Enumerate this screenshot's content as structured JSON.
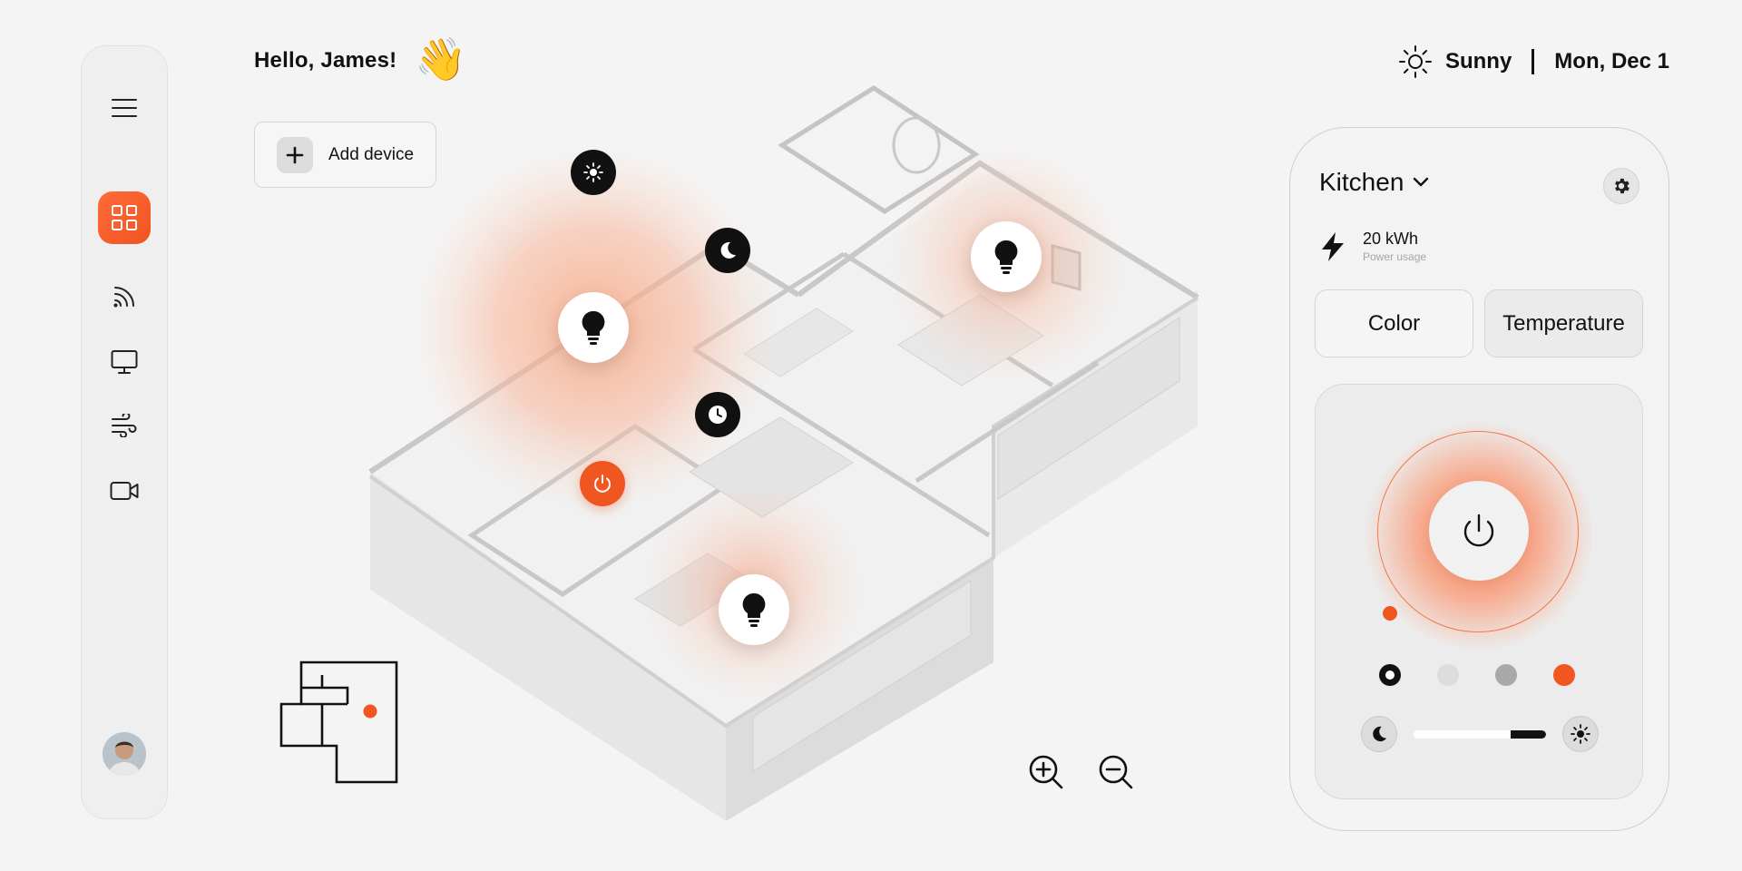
{
  "header": {
    "greeting": "Hello, James!",
    "wave_emoji": "👋",
    "weather_icon": "sun-icon",
    "weather": "Sunny",
    "separator": "|",
    "date": "Mon, Dec 1"
  },
  "sidebar": {
    "items": [
      {
        "name": "menu",
        "icon": "hamburger-icon"
      },
      {
        "name": "dashboard",
        "icon": "grid-icon",
        "active": true
      },
      {
        "name": "wifi",
        "icon": "wifi-icon"
      },
      {
        "name": "tv",
        "icon": "monitor-icon"
      },
      {
        "name": "climate",
        "icon": "wind-icon"
      },
      {
        "name": "camera",
        "icon": "video-camera-icon"
      }
    ],
    "avatar": "user-avatar"
  },
  "actions": {
    "add_device_label": "Add device"
  },
  "house_map": {
    "pins": [
      {
        "kind": "light-mode",
        "icon": "sun-icon"
      },
      {
        "kind": "night-mode",
        "icon": "moon-icon"
      },
      {
        "kind": "lamp",
        "icon": "lightbulb-icon"
      },
      {
        "kind": "lamp",
        "icon": "lightbulb-icon"
      },
      {
        "kind": "timer",
        "icon": "clock-icon"
      },
      {
        "kind": "power-on",
        "icon": "power-icon"
      },
      {
        "kind": "lamp",
        "icon": "lightbulb-icon"
      }
    ],
    "zoom_in_icon": "zoom-in-icon",
    "zoom_out_icon": "zoom-out-icon"
  },
  "panel": {
    "room": "Kitchen",
    "power_value": "20 kWh",
    "power_label": "Power usage",
    "tabs": [
      {
        "label": "Color",
        "active": false
      },
      {
        "label": "Temperature",
        "active": true
      }
    ],
    "colors": {
      "accent": "#f0561f",
      "presets": [
        "#111111",
        "#dcdcdc",
        "#a9a9a9",
        "#f0561f"
      ]
    },
    "selected_preset": 0,
    "brightness_level": 0.27
  }
}
